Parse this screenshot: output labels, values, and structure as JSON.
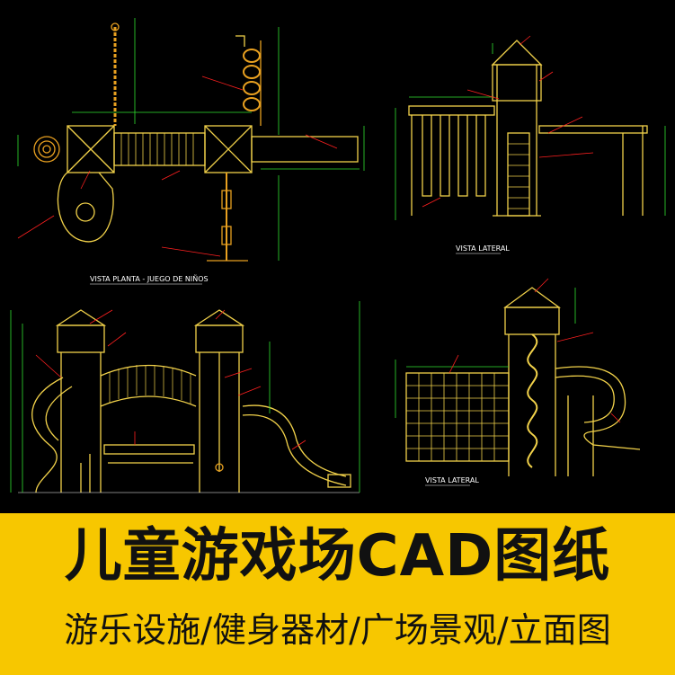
{
  "drawing": {
    "views": [
      {
        "title": "VISTA PLANTA  -  JUEGO DE NIÑOS"
      },
      {
        "title": "VISTA LATERAL"
      },
      {
        "title": "VISTA LATERAL"
      }
    ]
  },
  "banner": {
    "title": "儿童游戏场CAD图纸",
    "subtitle": "游乐设施/健身器材/广场景观/立面图"
  },
  "colors": {
    "background": "#000000",
    "banner": "#f7c700",
    "cad_yellow": "#f2d24a",
    "cad_orange": "#e8a020",
    "cad_red": "#ff2020",
    "cad_green": "#30e030",
    "cad_cyan": "#30e0e0",
    "cad_white": "#ffffff"
  }
}
